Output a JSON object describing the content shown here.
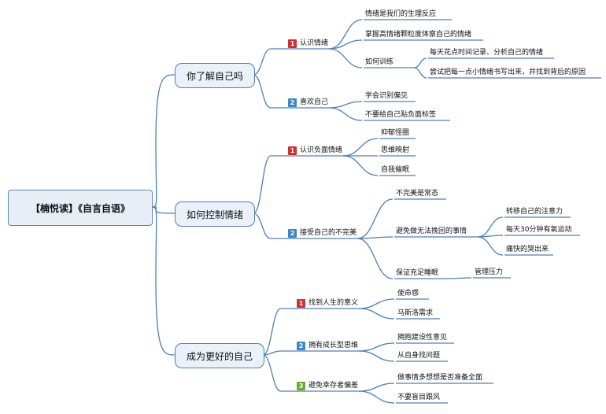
{
  "root": "【楠悦读】《自言自语》",
  "branches": [
    {
      "title": "你了解自己吗",
      "subs": [
        {
          "num": "1",
          "color": "#d32f2f",
          "label": "认识情绪",
          "items": [
            {
              "text": "情绪是我们的生理反应"
            },
            {
              "text": "掌握高情绪颗粒度体察自己的情绪"
            },
            {
              "text": "如何训练",
              "items": [
                "每天花点时间记录、分析自己的情绪",
                "尝试把每一点小情绪书写出来，并找到背后的原因"
              ]
            }
          ]
        },
        {
          "num": "2",
          "color": "#3b87c9",
          "label": "喜欢自己",
          "items": [
            {
              "text": "学会识别偏见"
            },
            {
              "text": "不要给自己贴负面标签"
            }
          ]
        }
      ]
    },
    {
      "title": "如何控制情绪",
      "subs": [
        {
          "num": "1",
          "color": "#d32f2f",
          "label": "认识负面情绪",
          "items": [
            {
              "text": "抑郁怪圈"
            },
            {
              "text": "思维映射"
            },
            {
              "text": "自我催眠"
            }
          ]
        },
        {
          "num": "2",
          "color": "#3b87c9",
          "label": "接受自己的不完美",
          "items": [
            {
              "text": "不完美是常态"
            },
            {
              "text": "避免做无法挽回的事情",
              "items": [
                "转移自己的注意力",
                "每天30分钟有氧运动",
                "痛快的哭出来"
              ]
            },
            {
              "text": "保证充足睡眠",
              "items": [
                "管理压力"
              ]
            }
          ]
        }
      ]
    },
    {
      "title": "成为更好的自己",
      "subs": [
        {
          "num": "1",
          "color": "#d32f2f",
          "label": "找到人生的意义",
          "items": [
            {
              "text": "使命感"
            },
            {
              "text": "马斯洛需求"
            }
          ]
        },
        {
          "num": "2",
          "color": "#3b87c9",
          "label": "拥有成长型思维",
          "items": [
            {
              "text": "拥抱建设性意见"
            },
            {
              "text": "从自身找问题"
            }
          ]
        },
        {
          "num": "3",
          "color": "#6aab2e",
          "label": "避免幸存者偏差",
          "items": [
            {
              "text": "做事情多想想是否准备全面"
            },
            {
              "text": "不要盲目跟风"
            }
          ]
        }
      ]
    }
  ]
}
